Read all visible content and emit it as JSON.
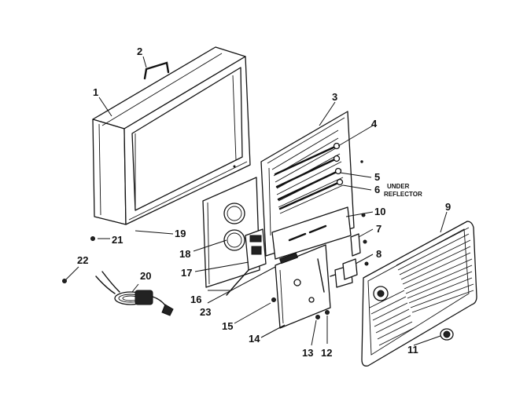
{
  "callouts": [
    "1",
    "2",
    "3",
    "4",
    "5",
    "6",
    "7",
    "8",
    "9",
    "10",
    "11",
    "12",
    "13",
    "14",
    "15",
    "16",
    "17",
    "18",
    "19",
    "20",
    "21",
    "22",
    "23"
  ],
  "note": {
    "line1": "UNDER",
    "line2": "REFLECTOR"
  }
}
